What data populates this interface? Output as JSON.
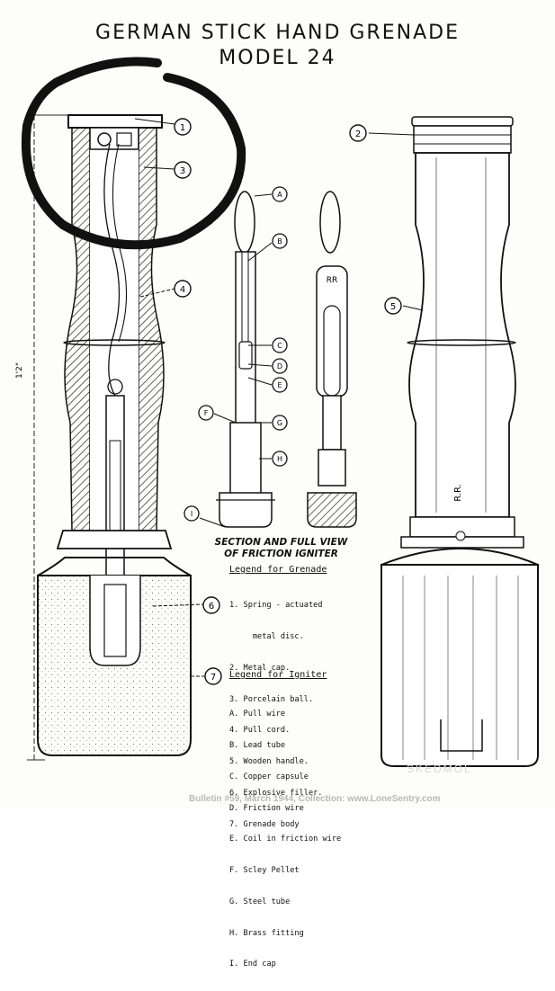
{
  "title_line1": "GERMAN STICK HAND GRENADE",
  "title_line2": "MODEL 24",
  "dimension": "1'2\"",
  "callouts": [
    "1",
    "3",
    "4",
    "6",
    "7",
    "2",
    "5",
    "A",
    "B",
    "C",
    "D",
    "E",
    "F",
    "G",
    "H",
    "I"
  ],
  "stamp_rr": "RR",
  "stamp_rr_handle": "R.R.",
  "subtitle_line1": "SECTION AND FULL VIEW",
  "subtitle_line2": "OF FRICTION IGNITER",
  "grenade_legend": {
    "heading": "Legend for Grenade",
    "items": [
      "1. Spring - actuated",
      "     metal disc.",
      "2. Metal cap.",
      "3. Porcelain ball.",
      "4. Pull cord.",
      "5. Wooden handle.",
      "6. Explosive filler.",
      "7. Grenade body"
    ]
  },
  "igniter_legend": {
    "heading": "Legend for Igniter",
    "items": [
      "A. Pull wire",
      "B. Lead tube",
      "C. Copper capsule",
      "D. Friction wire",
      "E. Coil in friction wire",
      "F. Scley Pellet",
      "G. Steel tube",
      "H. Brass fitting",
      "I. End cap"
    ]
  },
  "credit": "Bulletin #59, March 1944, Collection: www.LoneSentry.com",
  "watermark": "SKEDMOL"
}
